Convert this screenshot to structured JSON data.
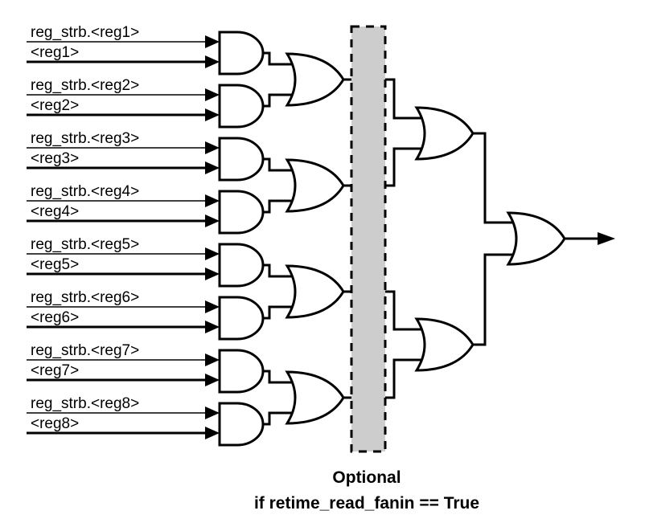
{
  "diagram": {
    "inputs": [
      {
        "strobe_label": "reg_strb.<reg1>",
        "reg_label": "<reg1>"
      },
      {
        "strobe_label": "reg_strb.<reg2>",
        "reg_label": "<reg2>"
      },
      {
        "strobe_label": "reg_strb.<reg3>",
        "reg_label": "<reg3>"
      },
      {
        "strobe_label": "reg_strb.<reg4>",
        "reg_label": "<reg4>"
      },
      {
        "strobe_label": "reg_strb.<reg5>",
        "reg_label": "<reg5>"
      },
      {
        "strobe_label": "reg_strb.<reg6>",
        "reg_label": "<reg6>"
      },
      {
        "strobe_label": "reg_strb.<reg7>",
        "reg_label": "<reg7>"
      },
      {
        "strobe_label": "reg_strb.<reg8>",
        "reg_label": "<reg8>"
      }
    ],
    "gates": {
      "and_gates": 8,
      "or_stage1": 4,
      "or_stage2": 2,
      "or_final": 1
    },
    "optional_region": {
      "caption_line1": "Optional",
      "caption_line2": "if retime_read_fanin == True",
      "fill_color": "#cdcdcd"
    },
    "colors": {
      "line": "#000000",
      "background": "#ffffff"
    }
  }
}
